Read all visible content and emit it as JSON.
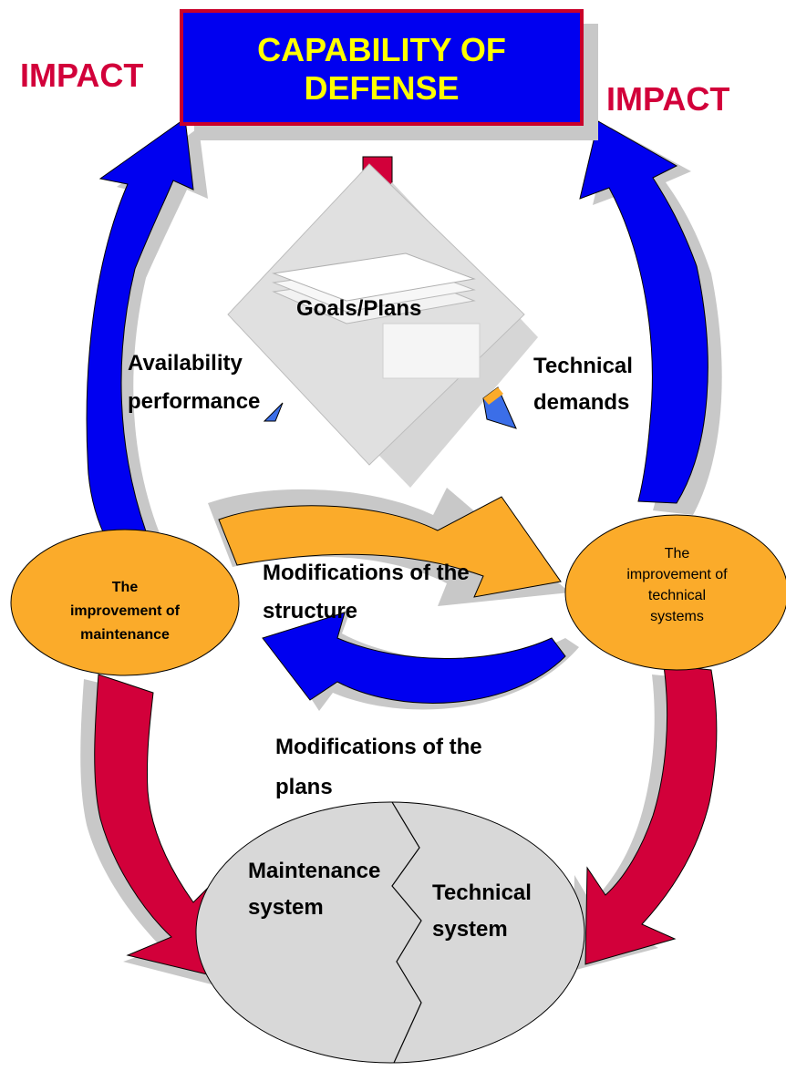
{
  "title": "CAPABILITY OF DEFENSE",
  "title_lines": [
    "CAPABILITY OF",
    "DEFENSE"
  ],
  "impact_left": "IMPACT",
  "impact_right": "IMPACT",
  "goals": "Goals/Plans",
  "availability": [
    "Availability",
    "performance"
  ],
  "technical_demands": [
    "Technical",
    "demands"
  ],
  "mod_structure": [
    "Modifications of the",
    "structure"
  ],
  "mod_plans": [
    "Modifications of the",
    "plans"
  ],
  "improvement_maintenance": [
    "The",
    "improvement of",
    "maintenance"
  ],
  "improvement_technical": [
    "The",
    "improvement of",
    "technical",
    "systems"
  ],
  "maintenance_system": [
    "Maintenance",
    "system"
  ],
  "technical_system": [
    "Technical",
    "system"
  ],
  "colors": {
    "blue": "#0000f0",
    "red": "#d2003a",
    "orange": "#fbab2a",
    "yellow": "#ffff00",
    "gray": "#d8d8d8",
    "shadow": "#c8c8c8"
  }
}
